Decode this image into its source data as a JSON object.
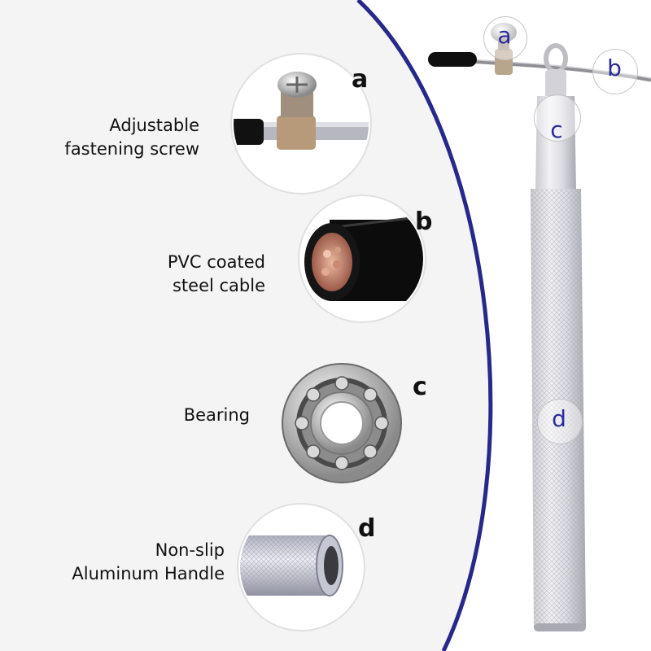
{
  "colors": {
    "background_panel": "#f4f4f4",
    "arc_border": "#27298a",
    "callout_letter": "#2a2a9a",
    "label_text": "#111111"
  },
  "features": [
    {
      "id": "a",
      "letter": "a",
      "label_lines": [
        "Adjustable",
        "fastening screw"
      ],
      "image": "fastening-screw-closeup"
    },
    {
      "id": "b",
      "letter": "b",
      "label_lines": [
        "PVC coated",
        "steel cable"
      ],
      "image": "cable-cross-section"
    },
    {
      "id": "c",
      "letter": "c",
      "label_lines": [
        "Bearing"
      ],
      "image": "ball-bearing"
    },
    {
      "id": "d",
      "letter": "d",
      "label_lines": [
        "Non-slip",
        "Aluminum Handle"
      ],
      "image": "knurled-handle-closeup"
    }
  ],
  "product_callouts": [
    "a",
    "b",
    "c",
    "d"
  ]
}
